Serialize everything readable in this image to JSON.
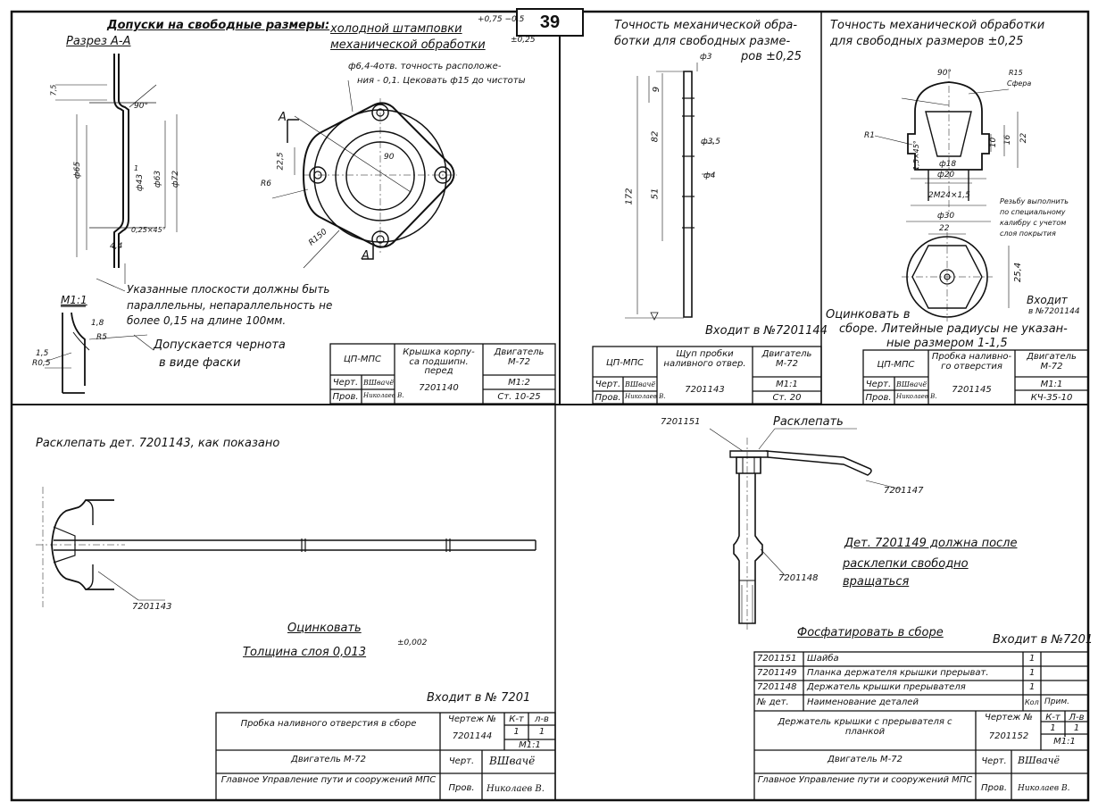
{
  "page_number": "39",
  "q1": {
    "title": "Допуски на свободные размеры:",
    "tol_stamp": "холодной штамповки",
    "tol_stamp_val": "+0,75 −0,5",
    "tol_mach": "механической обработки",
    "tol_mach_val": "±0,25",
    "section": "Разрез А-А",
    "holes_note_1": "ф6,4-4отв. точность расположе-",
    "holes_note_2": "ния - 0,1. Цековать ф15 до чистоты",
    "dim_90": "90°",
    "dim_65": "ф65",
    "dim_43": "ф43",
    "dim_63": "ф63",
    "dim_72": "ф72",
    "dim_225": "22,5",
    "dim_r6": "R6",
    "dim_r150": "R150",
    "dim_90b": "90",
    "dim_44": "4,4",
    "dim_chamfer": "0,25×45°",
    "dim_75": "7,5",
    "dim_1": "1",
    "label_a": "А",
    "flat_note_1": "Указанные плоскости должны быть",
    "flat_note_2": "параллельны, непараллельность не",
    "flat_note_3": "более 0,15 на длине 100мм.",
    "scale": "М1:1",
    "r5": "R5",
    "r05": "R0,5",
    "d18": "1,8",
    "d15": "1,5",
    "black_note_1": "Допускается чернота",
    "black_note_2": "в виде фаски",
    "tb_std": "ЦП-МПС",
    "tb_name": "Крышка корпу- са подшипн. перед",
    "tb_engine": "Двигатель М-72",
    "tb_cher": "Черт.",
    "tb_prov": "Пров.",
    "tb_sig1": "ВШвачё",
    "tb_sig2": "Николаев В.",
    "tb_number": "7201140",
    "tb_scale": "М1:2",
    "tb_material": "Ст. 10-25"
  },
  "q2": {
    "acc_1": "Точность механической обра-",
    "acc_2": "ботки для свободных разме-",
    "acc_3": "ров ±0,25",
    "d3": "ф3",
    "d35": "ф3,5",
    "d4": "ф4",
    "dim_172": "172",
    "dim_82": "82",
    "dim_9": "9",
    "dim_51": "51",
    "enter": "Входит в №7201144",
    "tb_std": "ЦП-МПС",
    "tb_name": "Щуп пробки наливного отвер.",
    "tb_engine": "Двигатель М-72",
    "tb_cher": "Черт.",
    "tb_prov": "Пров.",
    "tb_sig1": "ВШвачё",
    "tb_sig2": "Николаев В.",
    "tb_number": "7201143",
    "tb_scale": "М1:1",
    "tb_material": "Ст. 20"
  },
  "q3": {
    "acc_1": "Точность механической обработки",
    "acc_2": "для свободных размеров ±0,25",
    "angle": "90°",
    "r15": "R15",
    "sphere": "Сфера",
    "r1": "R1",
    "d18": "ф18",
    "d20": "ф20",
    "d30": "ф30",
    "thread": "2М24×1,5",
    "d22": "22",
    "d16": "16",
    "d10": "10",
    "d254": "25,4",
    "d22b": "22",
    "cham": "1,5×45°",
    "thread_note_1": "Резьбу выполнить",
    "thread_note_2": "по специальному",
    "thread_note_3": "калибру с учетом",
    "thread_note_4": "слоя покрытия",
    "enter_1": "Входит",
    "enter_2": "в №7201144",
    "zinc_1": "Оцинковать в",
    "zinc_2": "сборе. Литейные радиусы не указан-",
    "zinc_3": "ные размером 1-1,5",
    "tb_std": "ЦП-МПС",
    "tb_name": "Пробка наливно- го отверстия",
    "tb_engine": "Двигатель М-72",
    "tb_cher": "Черт.",
    "tb_prov": "Пров.",
    "tb_sig1": "ВШвачё",
    "tb_sig2": "Николаев В.",
    "tb_number": "7201145",
    "tb_scale": "М1:1",
    "tb_material": "КЧ-35-10"
  },
  "q4": {
    "rivet_note": "Расклепать дет. 7201143, как показано",
    "part_ref": "7201143",
    "zinc": "Оцинковать",
    "thickness": "Толщина слоя 0,013",
    "thickness_tol": "±0,002",
    "enter": "Входит в № 7201",
    "tb_name": "Пробка наливного отверстия в сборе",
    "tb_drawing": "Чертеж №",
    "tb_qty": "К-т",
    "tb_sheets": "л-в",
    "tb_number": "7201144",
    "tb_one": "1",
    "tb_scale": "М1:1",
    "tb_engine": "Двигатель М-72",
    "tb_cher": "Черт.",
    "tb_sig1": "ВШвачё",
    "tb_org": "Главное Управление пути и сооружений МПС",
    "tb_prov": "Пров.",
    "tb_sig2": "Николаев В."
  },
  "q5": {
    "ref_151": "7201151",
    "rivet": "Расклепать",
    "ref_147": "7201147",
    "note_1": "Дет. 7201149 должна после",
    "note_2": "расклепки свободно",
    "note_3": "вращаться",
    "ref_148": "7201148",
    "phos": "Фосфатировать в сборе",
    "enter": "Входит в №7201",
    "parts": [
      {
        "num": "7201151",
        "name": "Шайба",
        "qty": "1",
        "note": ""
      },
      {
        "num": "7201149",
        "name": "Планка держателя крышки прерыват.",
        "qty": "1",
        "note": ""
      },
      {
        "num": "7201148",
        "name": "Держатель крышки прерывателя",
        "qty": "1",
        "note": ""
      }
    ],
    "hdr_num": "№ дет.",
    "hdr_name": "Наименование деталей",
    "hdr_qty": "Кол",
    "hdr_note": "Прим.",
    "tb_name": "Держатель крышки с прерывателя с планкой",
    "tb_drawing": "Чертеж №",
    "tb_qty": "К-т",
    "tb_sheets": "Л-в",
    "tb_number": "7201152",
    "tb_one": "1",
    "tb_scale": "М1:1",
    "tb_engine": "Двигатель М-72",
    "tb_cher": "Черт.",
    "tb_sig1": "ВШвачё",
    "tb_org": "Главное Управление пути и сооружений МПС",
    "tb_prov": "Пров.",
    "tb_sig2": "Николаев В."
  }
}
